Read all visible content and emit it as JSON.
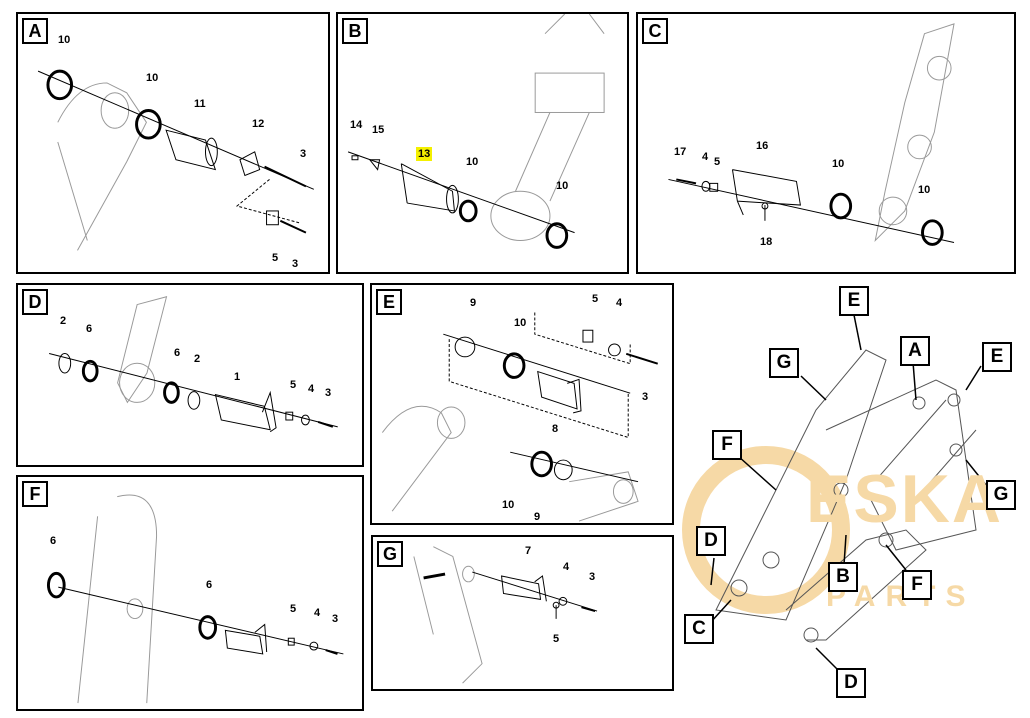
{
  "panels": {
    "A": {
      "label": "A",
      "numbers": [
        "10",
        "10",
        "11",
        "12",
        "3",
        "5",
        "3"
      ]
    },
    "B": {
      "label": "B",
      "numbers": [
        "14",
        "15",
        "13",
        "10",
        "10"
      ]
    },
    "C": {
      "label": "C",
      "numbers": [
        "17",
        "4",
        "5",
        "16",
        "10",
        "10",
        "18"
      ]
    },
    "D": {
      "label": "D",
      "numbers": [
        "2",
        "6",
        "6",
        "2",
        "1",
        "5",
        "4",
        "3"
      ]
    },
    "E": {
      "label": "E",
      "numbers": [
        "9",
        "10",
        "5",
        "4",
        "3",
        "8",
        "10",
        "9"
      ]
    },
    "F": {
      "label": "F",
      "numbers": [
        "6",
        "6",
        "5",
        "4",
        "3"
      ]
    },
    "G": {
      "label": "G",
      "numbers": [
        "7",
        "4",
        "3",
        "5"
      ]
    }
  },
  "highlighted_part": "13",
  "overview_callouts": [
    "E",
    "G",
    "A",
    "E",
    "F",
    "G",
    "D",
    "B",
    "F",
    "C",
    "D"
  ],
  "watermark": {
    "top": "ESKA",
    "bottom": "PARTS",
    "color": "#f6d9a6"
  }
}
